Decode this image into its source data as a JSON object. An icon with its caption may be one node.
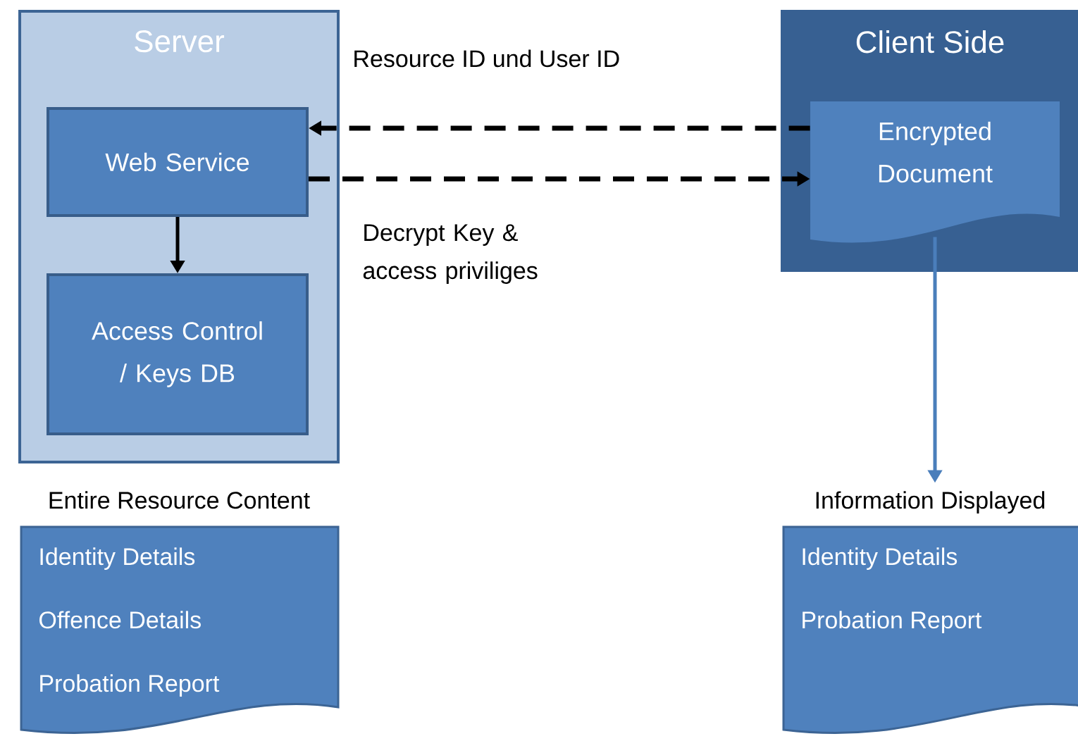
{
  "diagram": {
    "nodes": [
      {
        "text": [
          "Server"
        ]
      },
      {
        "text": [
          "Web Service"
        ],
        "in": 0
      },
      {
        "text": [
          "Access Control / Keys DB"
        ],
        "in": 0
      },
      {
        "text": [
          "Client Side"
        ]
      },
      {
        "text": [
          "Encrypted Document"
        ],
        "in": 3
      },
      {
        "text": [
          "Entire Resource Content",
          "Identity Details",
          "Offence Details",
          "Probation Report"
        ]
      },
      {
        "text": [
          "Information Displayed",
          "Identity Details",
          "Probation Report"
        ]
      }
    ],
    "edges": [
      {
        "from": 4,
        "to": 1,
        "arrow": "to",
        "style": "dashed",
        "label": "Resource ID und User ID"
      },
      {
        "from": 1,
        "to": 4,
        "arrow": "to",
        "style": "dashed",
        "label": "Decrypt Key & access priviliges"
      },
      {
        "from": 1,
        "to": 2,
        "arrow": "to"
      },
      {
        "from": 4,
        "to": 6,
        "arrow": "to",
        "color": "#4a7ebb"
      }
    ]
  }
}
